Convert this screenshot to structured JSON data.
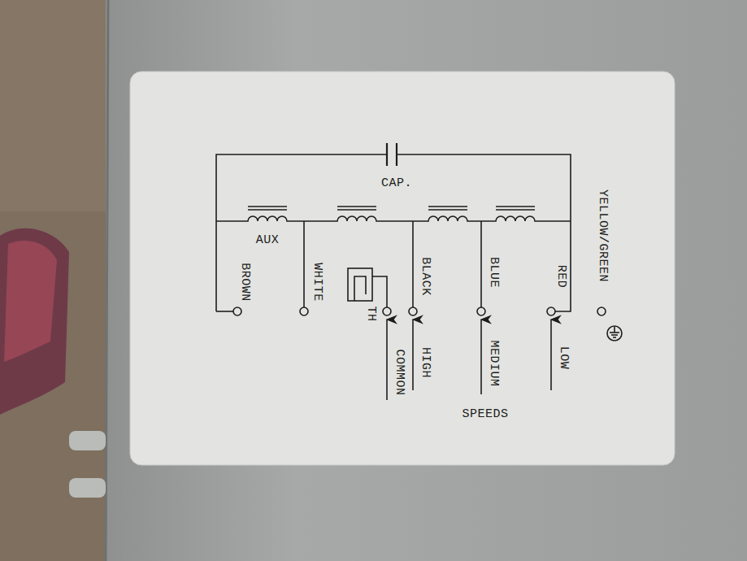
{
  "diagram": {
    "labels": [
      "CAP.",
      "AUX",
      "BROWN",
      "WHITE",
      "TH",
      "BLACK",
      "BLUE",
      "RED",
      "YELLOW/GREEN",
      "COMMON",
      "HIGH",
      "MEDIUM",
      "LOW",
      "SPEEDS"
    ]
  }
}
